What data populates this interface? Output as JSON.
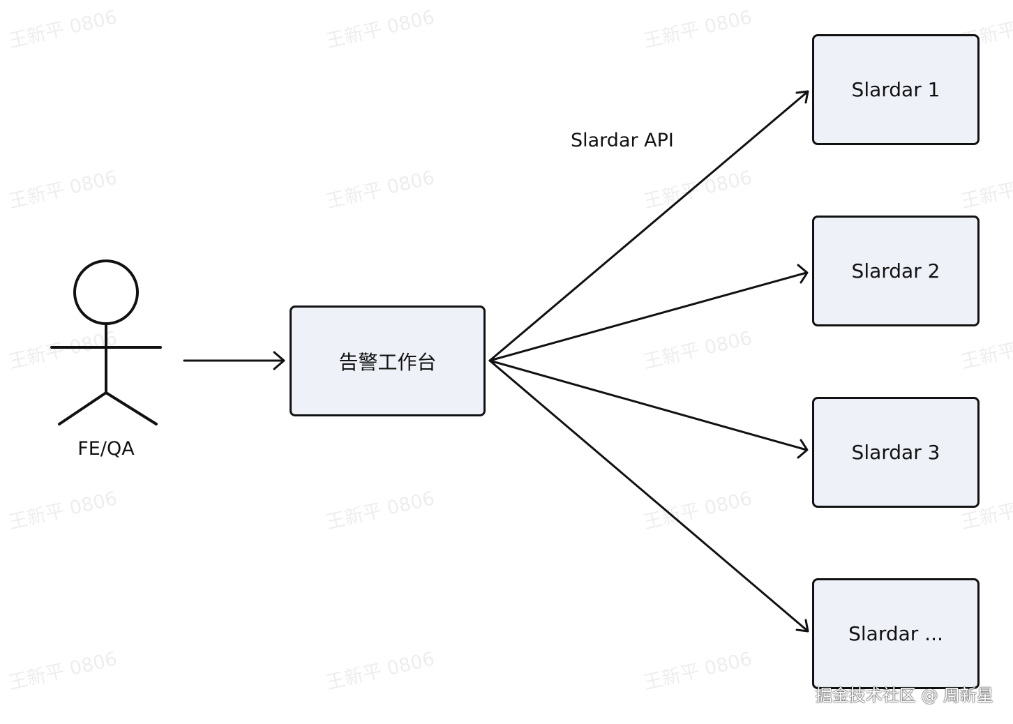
{
  "diagram": {
    "actor": {
      "label": "FE/QA",
      "icon": "stick-figure-icon"
    },
    "workbench": {
      "label": "告警工作台"
    },
    "edge_label": "Slardar API",
    "targets": [
      {
        "label": "Slardar 1"
      },
      {
        "label": "Slardar 2"
      },
      {
        "label": "Slardar 3"
      },
      {
        "label": "Slardar ..."
      }
    ],
    "colors": {
      "box_fill": "#eef1f8",
      "stroke": "#111111"
    }
  },
  "watermark": {
    "text": "王新平 0806"
  },
  "credit": {
    "text": "掘金技术社区 @ 周新星"
  }
}
